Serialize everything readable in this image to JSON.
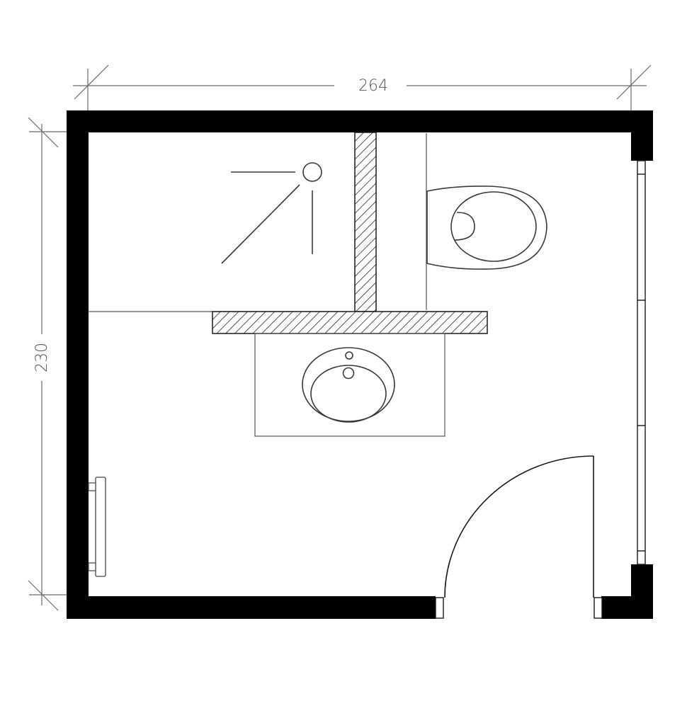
{
  "plan": {
    "type": "bathroom floor plan",
    "units": "cm",
    "dimensions": {
      "width_label": "264",
      "height_label": "230"
    },
    "fixtures": [
      {
        "name": "shower",
        "label": "shower-area"
      },
      {
        "name": "toilet",
        "label": "wc"
      },
      {
        "name": "washbasin",
        "label": "vanity-sink"
      },
      {
        "name": "towel-radiator",
        "label": "radiator"
      },
      {
        "name": "door",
        "label": "entry-door"
      },
      {
        "name": "window",
        "label": "window"
      }
    ],
    "colors": {
      "wall": "#000000",
      "dimension_line": "#6a6a6a",
      "fixture_line": "#3a3a3a",
      "background": "#ffffff"
    }
  }
}
